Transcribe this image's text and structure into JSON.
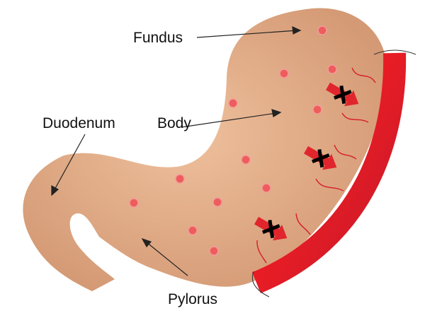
{
  "labels": {
    "fundus": "Fundus",
    "body": "Body",
    "duodenum": "Duodenum",
    "pylorus": "Pylorus"
  },
  "colors": {
    "stomach": "#e2a983",
    "stomach_light": "#edbd9a",
    "vessel": "#d91c2a",
    "dot": "#ee5c5c",
    "arrow": "#e0262c"
  }
}
